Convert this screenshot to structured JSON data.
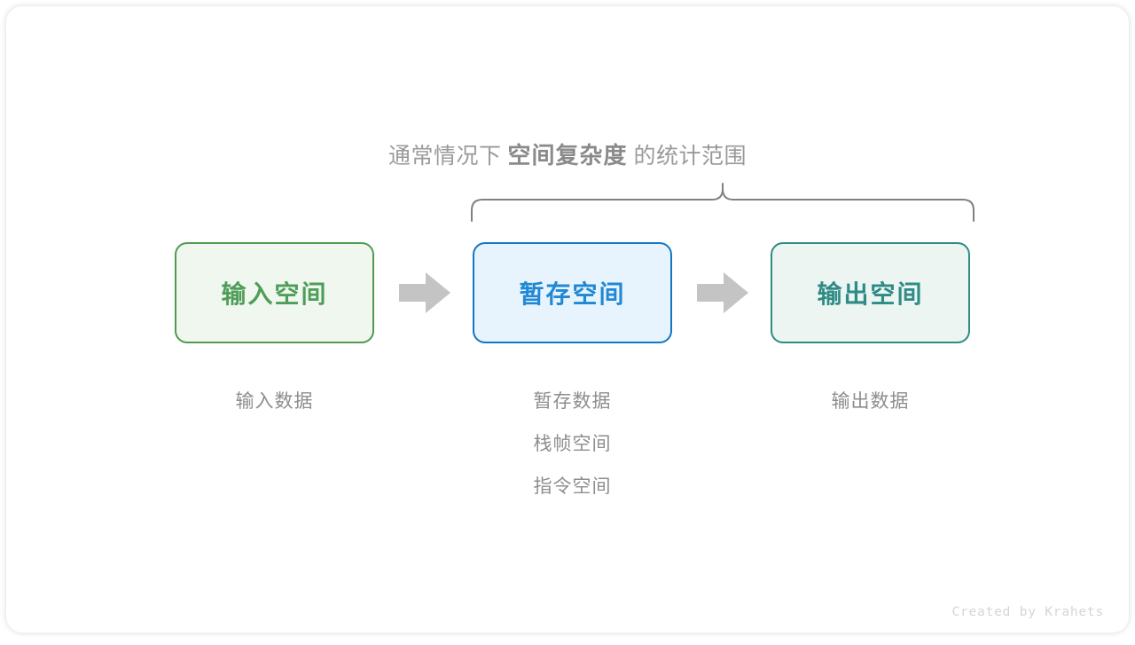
{
  "diagram": {
    "title": {
      "prefix": "通常情况下",
      "emphasis": "空间复杂度",
      "suffix": "的统计范围"
    },
    "brace": {
      "name": "scope-brace",
      "color": "#808080",
      "spans_boxes": [
        "暂存空间",
        "输出空间"
      ]
    },
    "boxes": [
      {
        "id": "input",
        "label": "输入空间",
        "border_color": "#509a52",
        "fill_color": "#f0f7ef",
        "text_color": "#4e9e58",
        "captions": [
          "输入数据"
        ]
      },
      {
        "id": "temp",
        "label": "暂存空间",
        "border_color": "#1476c4",
        "fill_color": "#e8f4fd",
        "text_color": "#2088d4",
        "captions": [
          "暂存数据",
          "栈帧空间",
          "指令空间"
        ]
      },
      {
        "id": "output",
        "label": "输出空间",
        "border_color": "#2e8b85",
        "fill_color": "#edf5f3",
        "text_color": "#2e8b85",
        "captions": [
          "输出数据"
        ]
      }
    ],
    "arrows": [
      {
        "id": "arrow-1",
        "direction": "right",
        "color": "#c4c4c4"
      },
      {
        "id": "arrow-2",
        "direction": "right",
        "color": "#c4c4c4"
      }
    ],
    "footer": "Created by Krahets",
    "background_color": "#ffffff"
  }
}
